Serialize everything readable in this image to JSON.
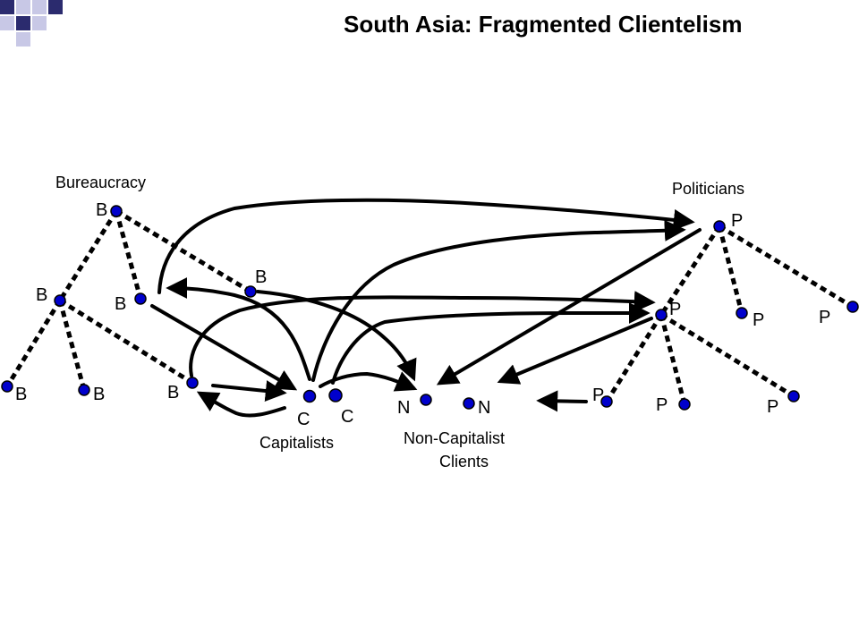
{
  "slide": {
    "title": "South Asia: Fragmented Clientelism"
  },
  "colors": {
    "node_fill": "#0000cc",
    "edge": "#000000",
    "accent_dark": "#2b2b6e",
    "accent_light": "#c8c8e6"
  },
  "groups": {
    "bureaucracy": "Bureaucracy",
    "politicians": "Politicians",
    "capitalists": "Capitalists",
    "noncap_line1": "Non-Capitalist",
    "noncap_line2": "Clients"
  },
  "nodes": {
    "b_top": "B",
    "b_left": "B",
    "b_mid": "B",
    "b_right": "B",
    "b_ll": "B",
    "b_lr": "B",
    "b_low": "B",
    "c1": "C",
    "c2": "C",
    "n1": "N",
    "n2": "N",
    "p_top": "P",
    "p_mid": "P",
    "p_r1": "P",
    "p_r2": "P",
    "p_low": "P",
    "p_bot": "P",
    "p_bot2": "P"
  }
}
